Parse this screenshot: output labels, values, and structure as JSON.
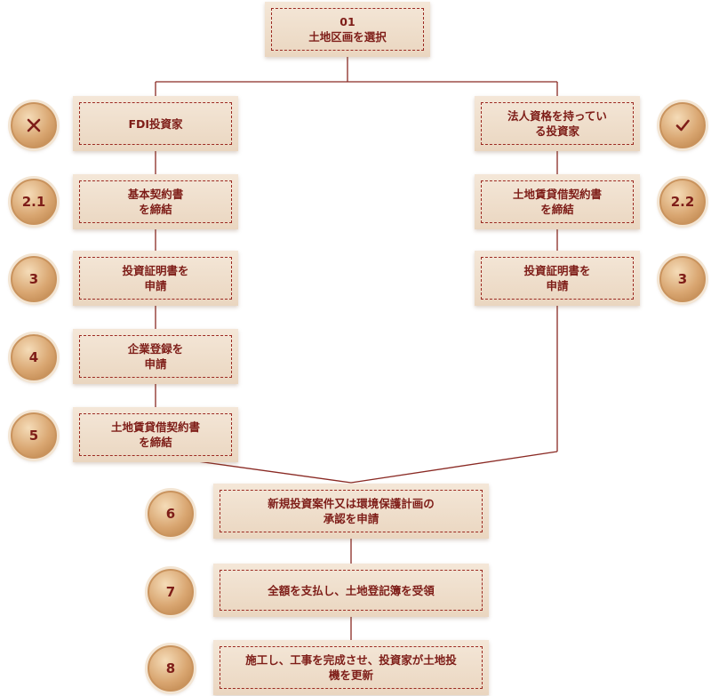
{
  "nodes": {
    "n01": "01\n土地区画を選択",
    "fdi": "FDI投資家",
    "corp": "法人資格を持ってい\nる投資家",
    "l_basic": "基本契約書\nを締結",
    "r_lease": "土地賃貸借契約書\nを締結",
    "l_cert": "投資証明書を\n申請",
    "r_cert": "投資証明書を\n申請",
    "l_reg": "企業登録を\n申請",
    "l_lease": "土地賃貸借契約書\nを締結",
    "s6": "新規投資案件又は環境保護計画の\n承認を申請",
    "s7": "全額を支払し、土地登記簿を受領",
    "s8": "施工し、工事を完成させ、投資家が土地投\n機を更新"
  },
  "badges": {
    "l1_icon": "cross-icon",
    "r1_icon": "check-icon",
    "l2": "2.1",
    "r2": "2.2",
    "l3": "3",
    "r3": "3",
    "l4": "4",
    "l5": "5",
    "s6": "6",
    "s7": "7",
    "s8": "8"
  },
  "colors": {
    "accent": "#7e1d18",
    "line": "#8a2a24",
    "box": "#efdfcc",
    "badge": "#d9a671"
  }
}
